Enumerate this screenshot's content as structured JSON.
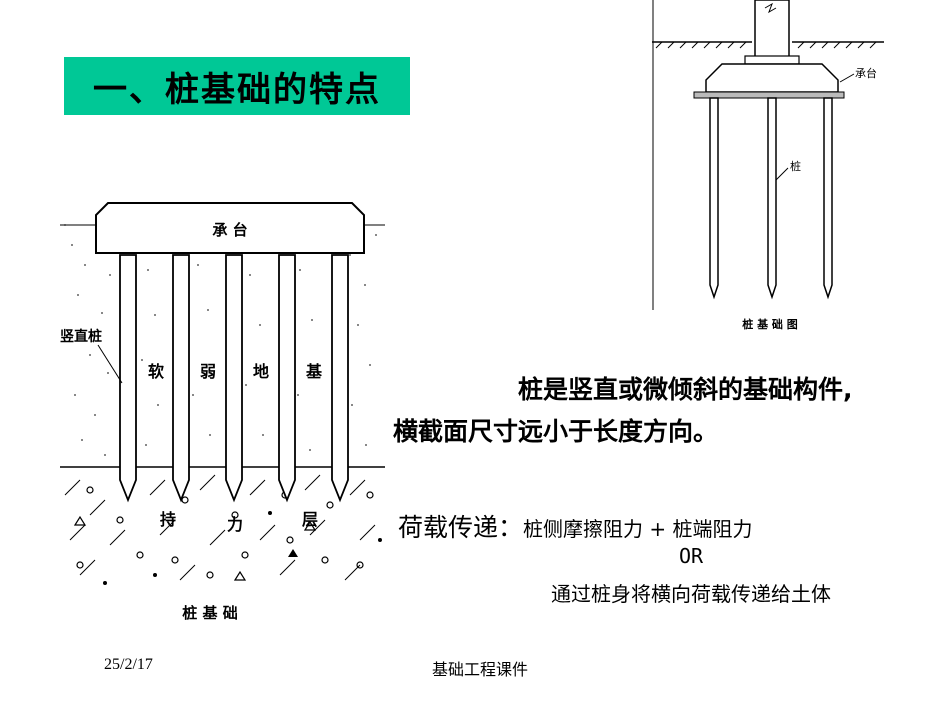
{
  "title": "一、桩基础的特点",
  "definition": {
    "line1": "桩是竖直或微倾斜的基础构件,",
    "line2": "横截面尺寸远小于长度方向。"
  },
  "load_transfer": {
    "label": "荷载传递：",
    "text": "桩侧摩擦阻力 + 桩端阻力",
    "or": "OR",
    "lateral": "通过桩身将横向荷载传递给土体"
  },
  "diagram_left": {
    "cap_label": "承    台",
    "pile_label": "竖直桩",
    "soft_layer": [
      "软",
      "弱",
      "地",
      "基"
    ],
    "bearing_layer": [
      "持",
      "力",
      "层"
    ],
    "caption": "桩 基 础"
  },
  "diagram_right": {
    "cap_label": "承台",
    "pile_label": "桩",
    "caption": "桩 基 础 图"
  },
  "footer": {
    "date": "25/2/17",
    "course": "基础工程课件"
  }
}
